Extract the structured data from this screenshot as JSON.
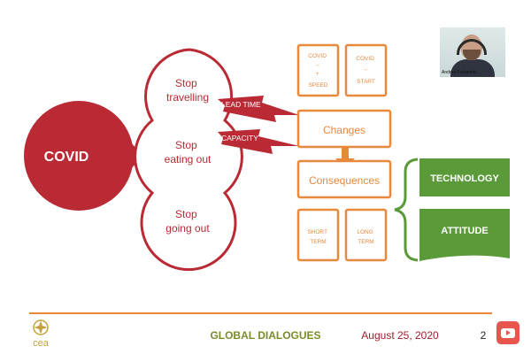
{
  "slide": {
    "covid_circle_label": "COVID",
    "stops": [
      "Stop\ntravelling",
      "Stop\neating out",
      "Stop\ngoing out"
    ],
    "lightning_labels": [
      "LEAD TIME",
      "CAPACITY"
    ],
    "top_boxes": [
      {
        "lines": [
          "COVID",
          "→",
          "+",
          "SPEED"
        ]
      },
      {
        "lines": [
          "COVID",
          "→",
          "START"
        ]
      }
    ],
    "changes_label": "Changes",
    "consequences_label": "Consequences",
    "bottom_boxes": [
      {
        "lines": [
          "SHORT",
          "TERM"
        ]
      },
      {
        "lines": [
          "LONG",
          "TERM"
        ]
      }
    ],
    "outcomes": [
      "TECHNOLOGY",
      "ATTITUDE"
    ]
  },
  "footer": {
    "logo_text": "cea",
    "brand": "GLOBAL DIALOGUES",
    "date": "August 25, 2020",
    "page_number": "2"
  },
  "video": {
    "participant_name": "Andrea Furlanetto"
  },
  "colors": {
    "red": "#b92a35",
    "orange": "#e8883a",
    "green": "#5a9a38",
    "gold": "#c6a23e",
    "youtube": "#e8554e"
  },
  "icons": {
    "logo": "cea-leaf-logo-icon",
    "youtube": "youtube-icon",
    "arrow": "arrow-right-icon",
    "down_arrow": "arrow-down-icon",
    "brace": "left-brace-icon"
  }
}
